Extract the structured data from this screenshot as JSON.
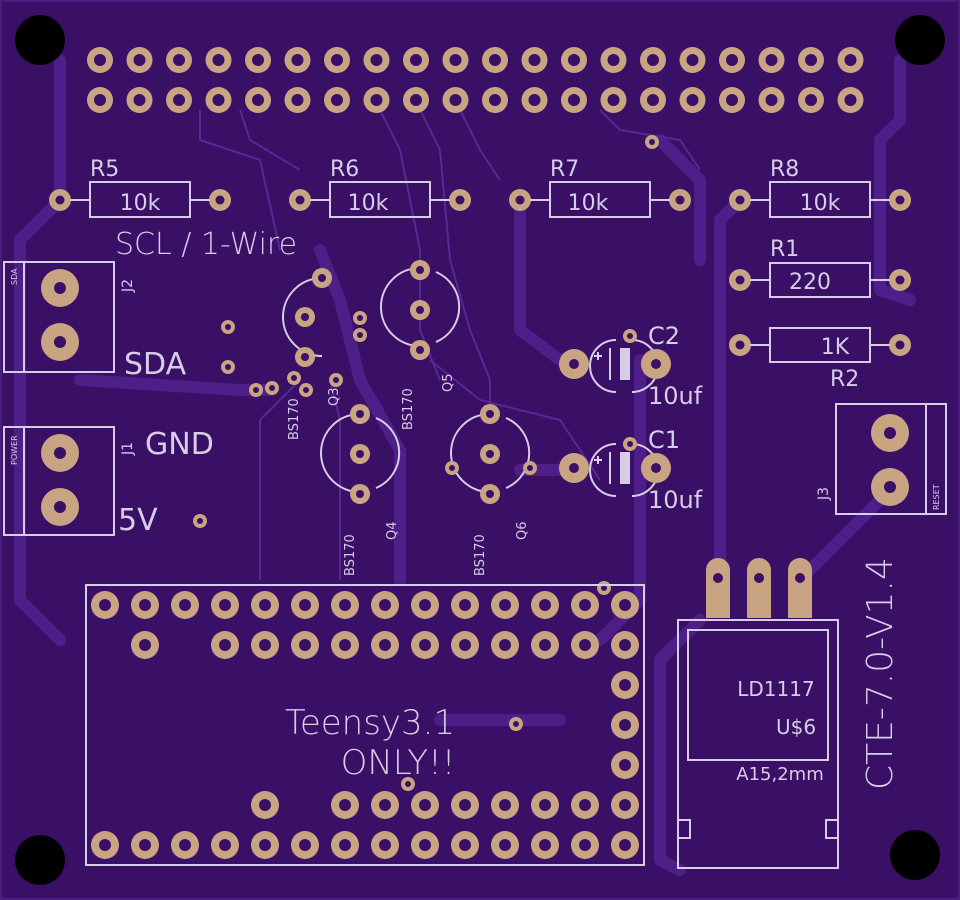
{
  "board": {
    "version": "CTE-7.0-V1.4",
    "colors": {
      "board": "#3a0f66",
      "copper": "#c9a483",
      "silk": "#d6cde6",
      "trace": "#5a2796"
    }
  },
  "resistors": [
    {
      "ref": "R5",
      "value": "10k"
    },
    {
      "ref": "R6",
      "value": "10k"
    },
    {
      "ref": "R7",
      "value": "10k"
    },
    {
      "ref": "R8",
      "value": "10k"
    },
    {
      "ref": "R1",
      "value": "220"
    },
    {
      "ref": "R2",
      "value": "1K"
    }
  ],
  "capacitors": [
    {
      "ref": "C2",
      "value": "10uf"
    },
    {
      "ref": "C1",
      "value": "10uf"
    }
  ],
  "transistors": [
    {
      "ref": "Q3",
      "type": "BS170"
    },
    {
      "ref": "Q5",
      "type": "BS170"
    },
    {
      "ref": "Q4",
      "type": "BS170"
    },
    {
      "ref": "Q6",
      "type": "BS170"
    }
  ],
  "connectors": [
    {
      "ref": "J2",
      "tag": "SDA"
    },
    {
      "ref": "J1",
      "tag": "POWER"
    },
    {
      "ref": "J3",
      "tag": "RESET"
    }
  ],
  "labels": {
    "scl": "SCL / 1-Wire",
    "sda": "SDA",
    "gnd": "GND",
    "v5": "5V",
    "teensy1": "Teensy3.1",
    "teensy2": "ONLY!!"
  },
  "regulator": {
    "part": "LD1117",
    "name": "U$6",
    "package": "A15,2mm"
  }
}
